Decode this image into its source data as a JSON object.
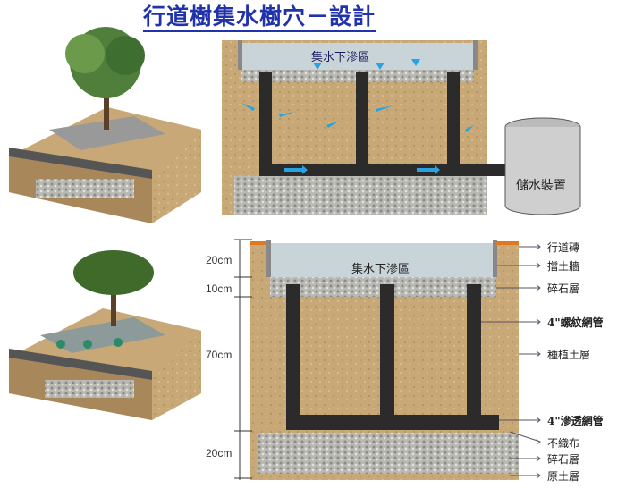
{
  "title": "行道樹集水樹穴－設計",
  "top_diagram": {
    "zone_label": "集水下滲區",
    "tank_label": "儲水裝置"
  },
  "bottom_diagram": {
    "zone_label": "集水下滲區",
    "dimensions": [
      "20cm",
      "10cm",
      "70cm",
      "20cm"
    ],
    "layers": [
      "行道磚",
      "擋土牆",
      "碎石層",
      "4\"螺紋網管",
      "種植土層",
      "4\"滲透網管",
      "不織布",
      "碎石層",
      "原土層"
    ]
  },
  "colors": {
    "title": "#2233aa",
    "water_arrow": "#29a3e0",
    "soil": "#c9a877",
    "pipe": "#2b2b2b"
  }
}
